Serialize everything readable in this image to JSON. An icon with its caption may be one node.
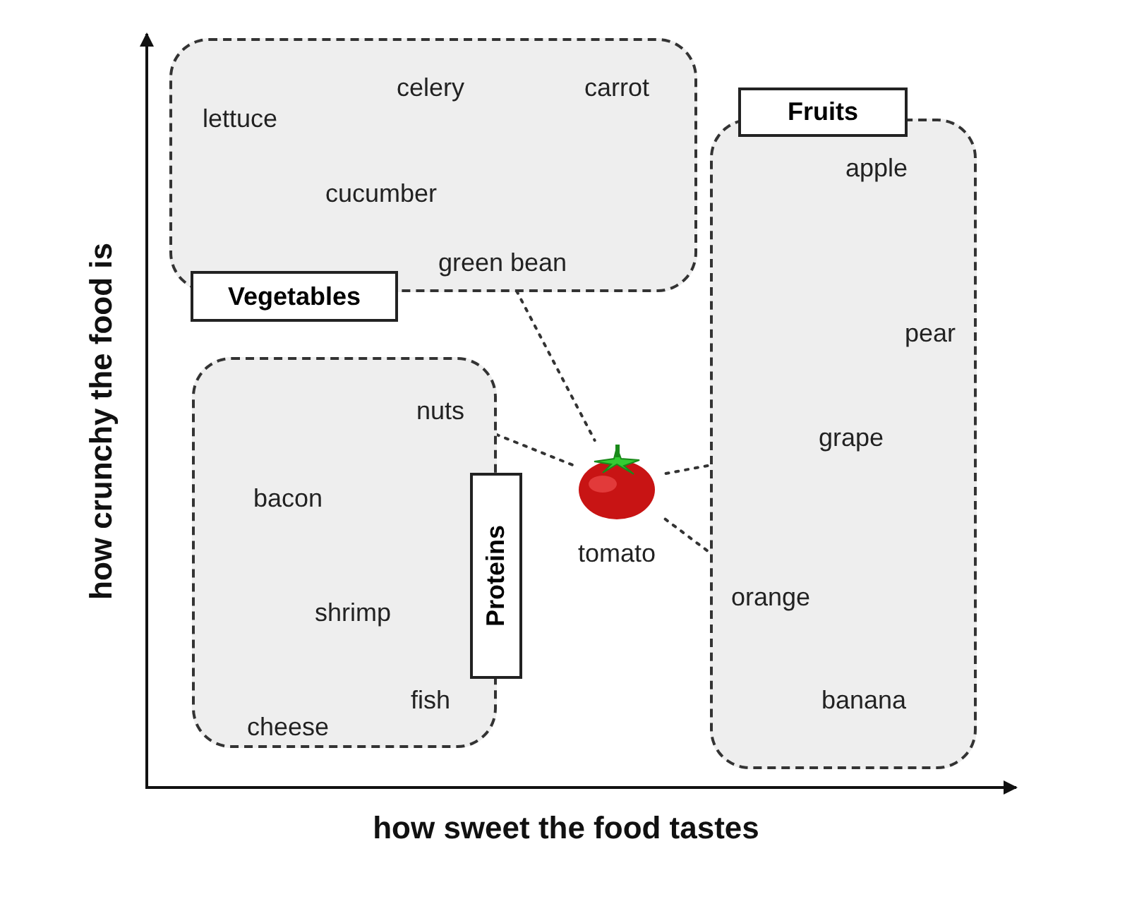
{
  "diagram": {
    "nodes": [
      {
        "text": [
          "Vegetables"
        ]
      },
      {
        "text": [
          "green bean"
        ],
        "in": 0
      },
      {
        "text": [
          "Proteins"
        ]
      },
      {
        "text": [
          "nuts"
        ],
        "in": 2
      },
      {
        "text": [
          "Fruits"
        ]
      },
      {
        "text": [
          "grape"
        ],
        "in": 4
      },
      {
        "text": [
          "orange"
        ],
        "in": 4
      },
      {
        "text": [],
        "shape": "picture",
        "beside": [
          "tomato"
        ]
      }
    ],
    "edges": [
      {
        "from": 1,
        "to": 7,
        "arrow": "none",
        "style": "dashed"
      },
      {
        "from": 3,
        "to": 7,
        "arrow": "none",
        "style": "dashed"
      },
      {
        "from": 5,
        "to": 7,
        "arrow": "none",
        "style": "dashed"
      },
      {
        "from": 6,
        "to": 7,
        "arrow": "none",
        "style": "dashed"
      }
    ],
    "labels": [
      "celery",
      "carrot",
      "lettuce",
      "cucumber",
      "apple",
      "pear",
      "bacon",
      "shrimp",
      "fish",
      "cheese",
      "banana",
      "how crunchy the food is",
      "how sweet the food tastes"
    ]
  }
}
